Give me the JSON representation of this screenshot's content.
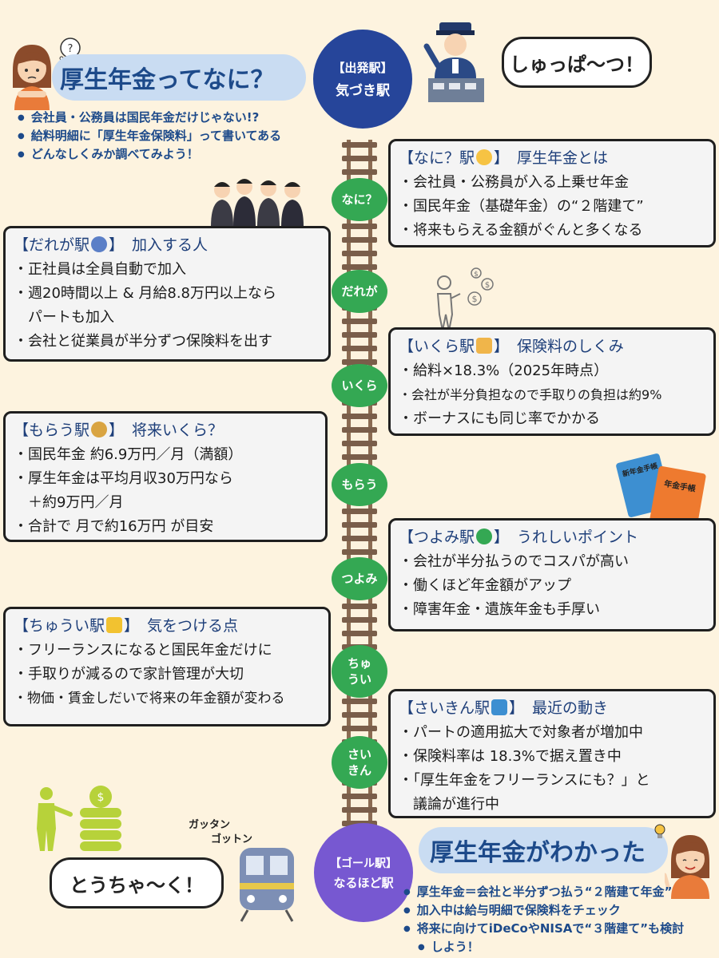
{
  "intro": {
    "title": "厚生年金ってなに？",
    "points": [
      "会社員・公務員は国民年金だけじゃない!?",
      "給料明細に「厚生年金保険料」って書いてある",
      "どんなしくみか調べてみよう！"
    ]
  },
  "start_station": {
    "label": "【出発駅】",
    "name": "気づき駅"
  },
  "conductor_speech": "しゅっぱ〜つ！",
  "stations": [
    "なに？",
    "だれが",
    "いくら",
    "もらう",
    "つよみ",
    "ちゅ\nうい",
    "さい\nきん"
  ],
  "cards": {
    "nani": {
      "station": "【なに？駅",
      "close": "】",
      "heading": "厚生年金とは",
      "items": [
        "会社員・公務員が入る上乗せ年金",
        "国民年金（基礎年金）の“２階建て”",
        "将来もらえる金額がぐんと多くなる"
      ]
    },
    "dare": {
      "station": "【だれが駅",
      "close": "】",
      "heading": "加入する人",
      "items": [
        "正社員は全員自動で加入",
        "週20時間以上 & 月給8.8万円以上なら",
        "パートも加入",
        "会社と従業員が半分ずつ保険料を出す"
      ]
    },
    "ikura": {
      "station": "【いくら駅",
      "close": "】",
      "heading": "保険料のしくみ",
      "items": [
        "給料×18.3%（2025年時点）",
        "会社が半分負担なので手取りの負担は約9%",
        "ボーナスにも同じ率でかかる"
      ]
    },
    "morau": {
      "station": "【もらう駅",
      "close": "】",
      "heading": "将来いくら？",
      "items": [
        "国民年金 約6.9万円／月（満額）",
        "厚生年金は平均月収30万円なら",
        "＋約9万円／月",
        "合計で 月で約16万円 が目安"
      ]
    },
    "tsuyomi": {
      "station": "【つよみ駅",
      "close": "】",
      "heading": "うれしいポイント",
      "items": [
        "会社が半分払うのでコスパが高い",
        "働くほど年金額がアップ",
        "障害年金・遺族年金も手厚い"
      ]
    },
    "chuui": {
      "station": "【ちゅうい駅",
      "close": "】",
      "heading": "気をつける点",
      "items": [
        "フリーランスになると国民年金だけに",
        "手取りが減るので家計管理が大切",
        "物価・賃金しだいで将来の年金額が変わる"
      ]
    },
    "saikin": {
      "station": "【さいきん駅",
      "close": "】",
      "heading": "最近の動き",
      "items": [
        "パートの適用拡大で対象者が増加中",
        "保険料率は 18.3%で据え置き中",
        "「厚生年金をフリーランスにも？」と",
        "議論が進行中"
      ]
    }
  },
  "book_labels": [
    "新年金手帳",
    "年金手帳"
  ],
  "train_sound": [
    "ガッタン",
    "ゴットン"
  ],
  "arrival_speech": "とうちゃ〜く！",
  "goal_station": {
    "label": "【ゴール駅】",
    "name": "なるほど駅"
  },
  "outro": {
    "title": "厚生年金がわかった",
    "points": [
      "厚生年金＝会社と半分ずつ払う“２階建て年金”",
      "加入中は給与明細で保険料をチェック",
      "将来に向けてiDeCoやNISAで“３階建て”も検討",
      "しよう！"
    ]
  },
  "colors": {
    "station_green": "#34a853",
    "start_blue": "#26459a",
    "goal_purple": "#7758d1",
    "title_blue": "#1d4a8a"
  }
}
